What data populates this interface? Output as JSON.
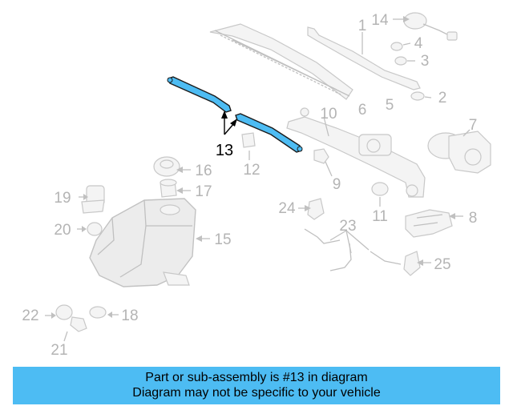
{
  "diagram": {
    "callouts": [
      "1",
      "2",
      "3",
      "4",
      "5",
      "6",
      "7",
      "8",
      "9",
      "10",
      "11",
      "12",
      "13",
      "14",
      "15",
      "16",
      "17",
      "18",
      "19",
      "20",
      "21",
      "22",
      "23",
      "24",
      "25"
    ],
    "highlighted_callout": "13",
    "highlight_color": "#4dbcf3",
    "part_color": "#ececec"
  },
  "caption": {
    "line1": "Part or sub-assembly is #13 in diagram",
    "line2": "Diagram may not be specific to your vehicle",
    "background": "#4dbcf3"
  }
}
